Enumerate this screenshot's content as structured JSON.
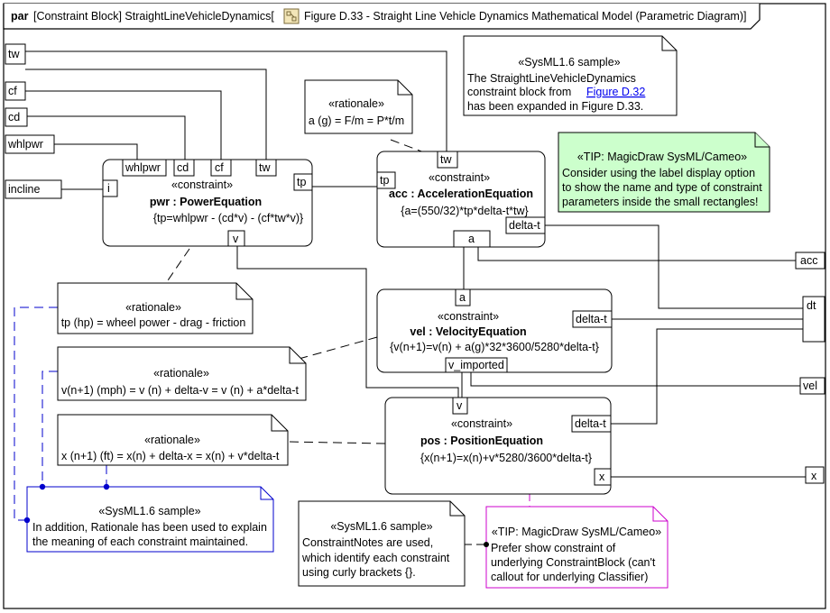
{
  "header": {
    "kind": "par",
    "title_prefix": "[Constraint Block] StraightLineVehicleDynamics[",
    "title_figure": "Figure D.33 - Straight Line Vehicle Dynamics Mathematical Model (Parametric Diagram)]"
  },
  "left_params": {
    "tw": "tw",
    "cf": "cf",
    "cd": "cd",
    "whlpwr": "whlpwr",
    "incline": "incline"
  },
  "right_params": {
    "acc": "acc",
    "dt": "dt",
    "vel": "vel",
    "x": "x"
  },
  "blocks": {
    "pwr": {
      "stereotype": "«constraint»",
      "name": "pwr : PowerEquation",
      "expr": "{tp=whlpwr - (cd*v) - (cf*tw*v)}",
      "ports": {
        "whlpwr": "whlpwr",
        "cd": "cd",
        "cf": "cf",
        "tw": "tw",
        "i": "i",
        "tp": "tp",
        "v": "v"
      }
    },
    "acc": {
      "stereotype": "«constraint»",
      "name": "acc : AccelerationEquation",
      "expr": "{a=(550/32)*tp*delta-t*tw}",
      "ports": {
        "tw": "tw",
        "tp": "tp",
        "delta_t": "delta-t",
        "a": "a"
      }
    },
    "vel": {
      "stereotype": "«constraint»",
      "name": "vel : VelocityEquation",
      "expr": "{v(n+1)=v(n) + a(g)*32*3600/5280*delta-t}",
      "ports": {
        "a": "a",
        "delta_t": "delta-t",
        "v_imported": "v_imported"
      }
    },
    "pos": {
      "stereotype": "«constraint»",
      "name": "pos : PositionEquation",
      "expr": "{x(n+1)=x(n)+v*5280/3600*delta-t}",
      "ports": {
        "v": "v",
        "delta_t": "delta-t",
        "x": "x"
      }
    }
  },
  "notes": {
    "sysml_top": {
      "lines": [
        "«SysML1.6 sample»",
        "The StraightLineVehicleDynamics",
        "constraint block from ",
        "has been expanded in Figure D.33."
      ],
      "link": "Figure D.32"
    },
    "rationale_acc": {
      "lines": [
        "«rationale»",
        "a (g) = F/m = P*t/m"
      ]
    },
    "tip_label": {
      "lines": [
        "«TIP: MagicDraw SysML/Cameo»",
        "Consider using the label display option",
        "to show the name and type of constraint",
        "parameters inside the small rectangles!"
      ]
    },
    "rationale_pwr": {
      "lines": [
        "«rationale»",
        "tp (hp) = wheel power - drag - friction"
      ]
    },
    "rationale_vel": {
      "lines": [
        "«rationale»",
        "v(n+1) (mph) = v (n) + delta-v = v (n) + a*delta-t"
      ]
    },
    "rationale_pos": {
      "lines": [
        "«rationale»",
        "x (n+1) (ft) = x(n) + delta-x = x(n) + v*delta-t"
      ]
    },
    "sysml_rationale": {
      "lines": [
        "«SysML1.6 sample»",
        "In addition, Rationale has been used to explain",
        "the meaning of each constraint maintained."
      ]
    },
    "sysml_notes": {
      "lines": [
        "«SysML1.6 sample»",
        "ConstraintNotes are used,",
        "which identify each constraint",
        "using curly brackets {}."
      ]
    },
    "tip_show": {
      "lines": [
        "«TIP: MagicDraw SysML/Cameo»",
        "Prefer show constraint of",
        "underlying ConstraintBlock (can't",
        "callout for underlying Classifier)"
      ]
    }
  },
  "colors": {
    "frame": "#000000",
    "tip_fill": "#ccffcc",
    "blue": "#0000cc",
    "magenta": "#cc00cc",
    "link": "#0000ee"
  }
}
